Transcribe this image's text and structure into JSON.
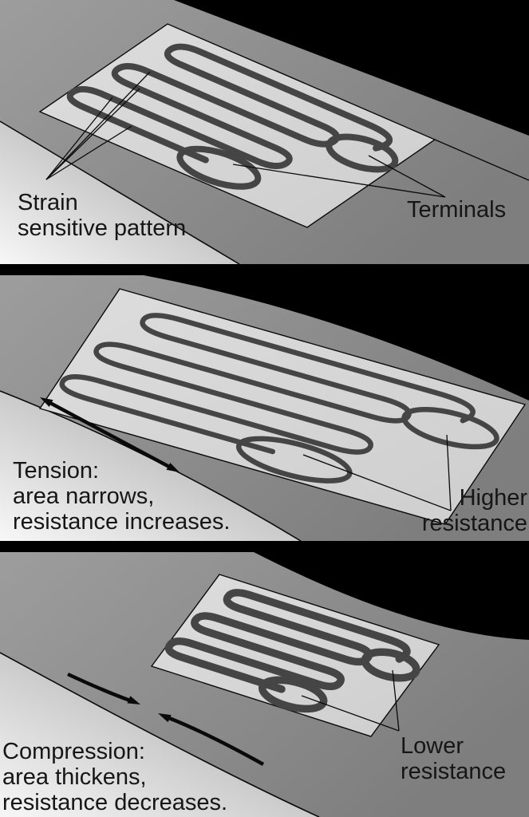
{
  "figure": {
    "panels": [
      {
        "name": "unstrained-gauge",
        "caption": [
          "Strain",
          "sensitive pattern"
        ],
        "annotation": [
          "Terminals"
        ]
      },
      {
        "name": "tension",
        "caption": [
          "Tension:",
          "area narrows,",
          "resistance increases."
        ],
        "annotation": [
          "Higher",
          "resistance"
        ]
      },
      {
        "name": "compression",
        "caption": [
          "Compression:",
          "area thickens,",
          "resistance decreases."
        ],
        "annotation": [
          "Lower",
          "resistance"
        ]
      }
    ],
    "colors": {
      "background": "#000000",
      "beam_surface": "#8e8e8e",
      "beam_highlight": "#f5f5f5",
      "gauge_foil": "#d6d6d6",
      "trace": "#454545",
      "outline": "#0a0a0a",
      "text": "#161616"
    }
  }
}
